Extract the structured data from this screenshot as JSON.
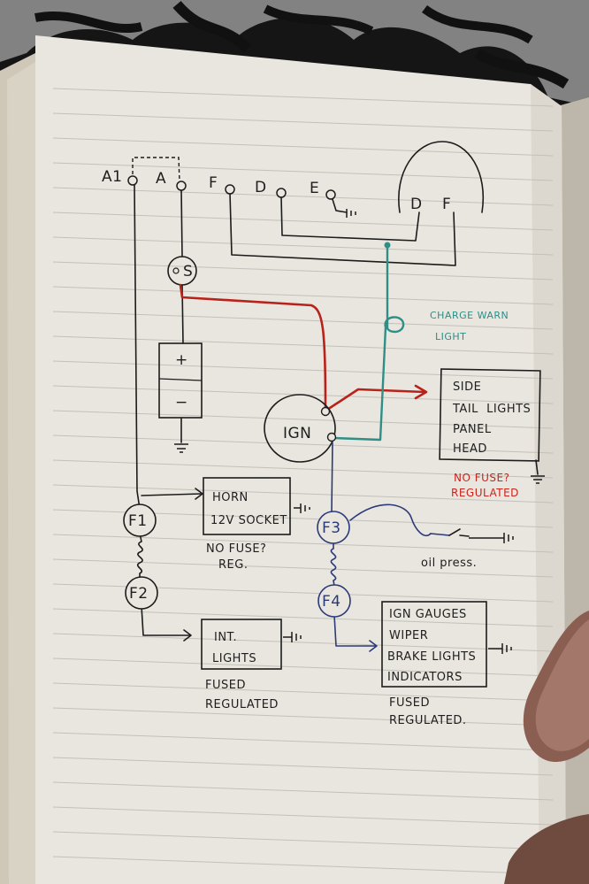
{
  "diagram": {
    "terminals": {
      "a1": "A1",
      "a": "A",
      "f": "F",
      "d": "D",
      "e": "E"
    },
    "dynamo_labels": {
      "d": "D",
      "f": "F"
    },
    "starter_label": "S",
    "battery_plus": "+",
    "battery_minus": "−",
    "ignition_label": "IGN",
    "fuses": {
      "f1": "F1",
      "f2": "F2",
      "f3": "F3",
      "f4": "F4"
    },
    "charge_warn_light": [
      "CHARGE WARN",
      "LIGHT"
    ],
    "lights_box": [
      "SIDE",
      "TAIL  LIGHTS",
      "PANEL",
      "HEAD"
    ],
    "lights_note": [
      "NO FUSE?",
      "REGULATED"
    ],
    "horn_box": [
      "HORN",
      "12V SOCKET"
    ],
    "horn_note": [
      "NO FUSE?",
      "REG."
    ],
    "int_light_box": [
      "INT.",
      "LIGHTS"
    ],
    "int_light_note": [
      "FUSED",
      "REGULATED"
    ],
    "oil_press": "oil press.",
    "gauges_box": [
      "IGN GAUGES",
      "WIPER",
      "BRAKE LIGHTS",
      "INDICATORS"
    ],
    "gauges_note": [
      "FUSED",
      "REGULATED."
    ]
  },
  "colors": {
    "paper": "#e9e6df",
    "ink": "#1c1c1c",
    "red_wire": "#b8221a",
    "teal_wire": "#2f8e86",
    "blue_wire": "#2b3a78"
  }
}
